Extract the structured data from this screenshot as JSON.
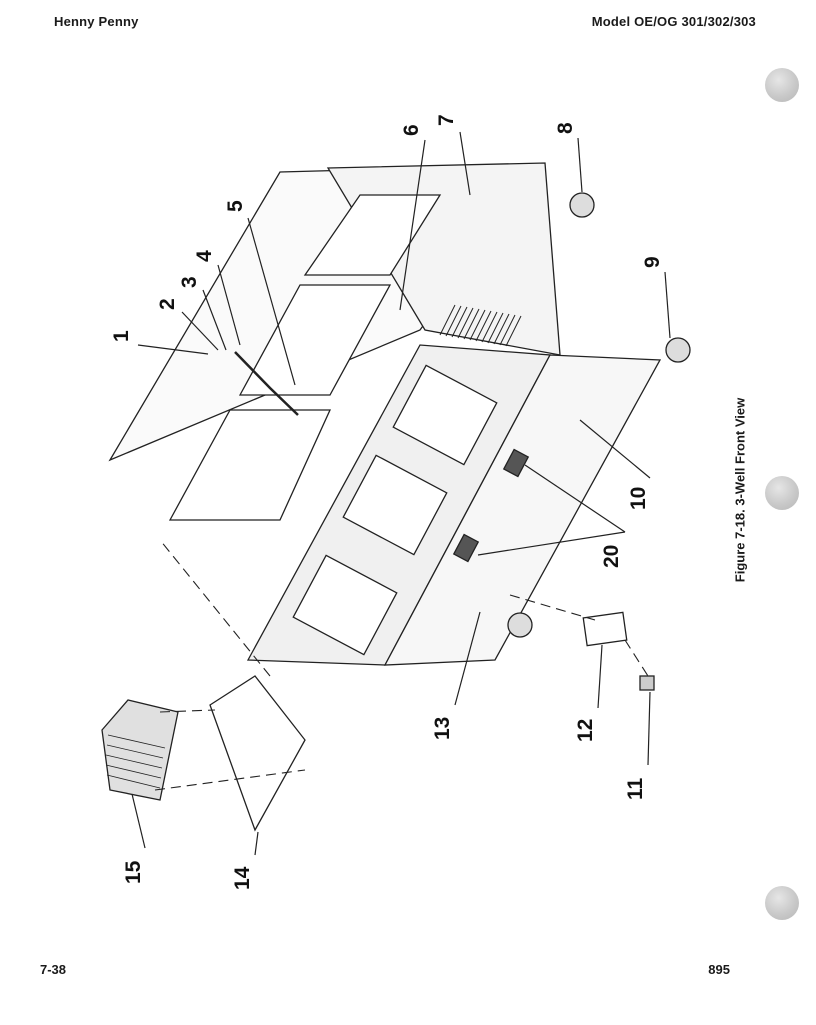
{
  "header": {
    "left": "Henny Penny",
    "right": "Model OE/OG 301/302/303"
  },
  "footer": {
    "page_left": "7-38",
    "page_right": "895"
  },
  "figure": {
    "caption": "Figure 7-18. 3-Well Front View",
    "callouts": [
      "1",
      "2",
      "3",
      "4",
      "5",
      "6",
      "7",
      "8",
      "9",
      "10",
      "11",
      "12",
      "13",
      "14",
      "15",
      "20"
    ]
  }
}
